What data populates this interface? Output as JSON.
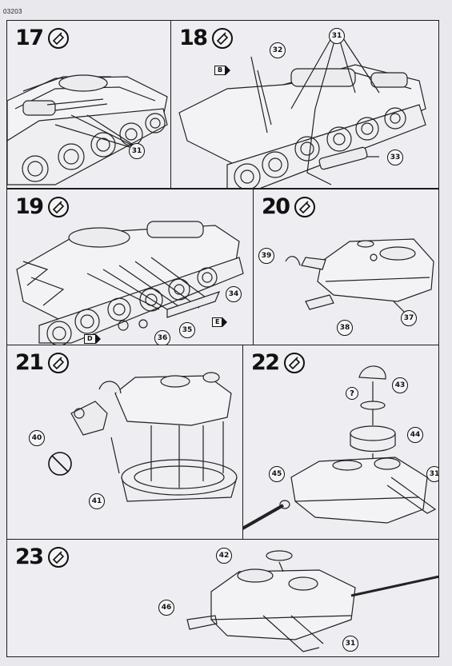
{
  "document": {
    "code": "03203",
    "paper_color": "#e9e8ec",
    "ink_color": "#111111"
  },
  "steps": [
    {
      "number": "17",
      "icon": "glue-tube-icon",
      "callouts": [
        "31"
      ]
    },
    {
      "number": "18",
      "icon": "glue-tube-icon",
      "callouts": [
        "32",
        "31",
        "33"
      ],
      "flags": [
        "B"
      ]
    },
    {
      "number": "19",
      "icon": "glue-tube-icon",
      "callouts": [
        "34",
        "35",
        "36"
      ],
      "flags": [
        "D",
        "E"
      ]
    },
    {
      "number": "20",
      "icon": "glue-tube-icon",
      "callouts": [
        "39",
        "38",
        "37"
      ]
    },
    {
      "number": "21",
      "icon": "glue-tube-icon",
      "callouts": [
        "40",
        "41"
      ]
    },
    {
      "number": "22",
      "icon": "glue-tube-icon",
      "callouts": [
        "43",
        "44",
        "45",
        "31"
      ],
      "hint": "?"
    },
    {
      "number": "23",
      "icon": "glue-tube-icon",
      "callouts": [
        "42",
        "46",
        "31"
      ]
    }
  ]
}
